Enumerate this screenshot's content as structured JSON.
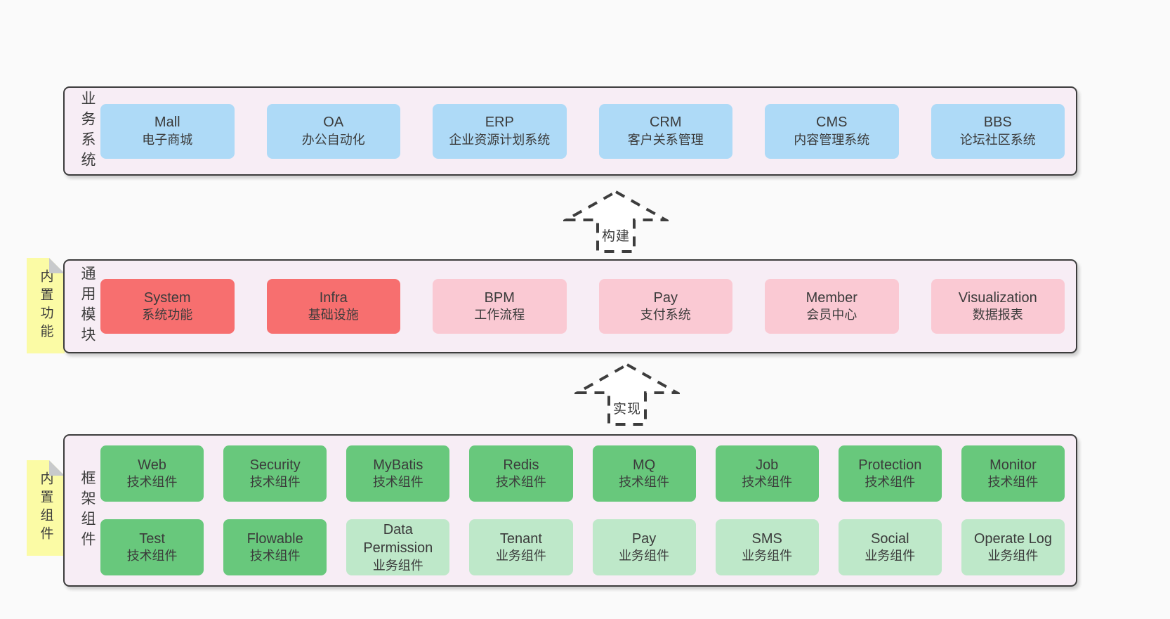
{
  "diagram": {
    "arrows": {
      "build": "构建",
      "implement": "实现"
    },
    "sections": {
      "business": {
        "side_label": "业务系统",
        "boxes": [
          {
            "name": "Mall",
            "desc": "电子商城"
          },
          {
            "name": "OA",
            "desc": "办公自动化"
          },
          {
            "name": "ERP",
            "desc": "企业资源计划系统"
          },
          {
            "name": "CRM",
            "desc": "客户关系管理"
          },
          {
            "name": "CMS",
            "desc": "内容管理系统"
          },
          {
            "name": "BBS",
            "desc": "论坛社区系统"
          }
        ]
      },
      "modules": {
        "side_label": "通用模块",
        "note": "内置功能",
        "boxes": [
          {
            "name": "System",
            "desc": "系统功能",
            "variant": "red"
          },
          {
            "name": "Infra",
            "desc": "基础设施",
            "variant": "red"
          },
          {
            "name": "BPM",
            "desc": "工作流程",
            "variant": "pink"
          },
          {
            "name": "Pay",
            "desc": "支付系统",
            "variant": "pink"
          },
          {
            "name": "Member",
            "desc": "会员中心",
            "variant": "pink"
          },
          {
            "name": "Visualization",
            "desc": "数据报表",
            "variant": "pink"
          }
        ]
      },
      "framework": {
        "side_label": "框架组件",
        "note": "内置组件",
        "row1": [
          {
            "name": "Web",
            "desc": "技术组件",
            "variant": "green"
          },
          {
            "name": "Security",
            "desc": "技术组件",
            "variant": "green"
          },
          {
            "name": "MyBatis",
            "desc": "技术组件",
            "variant": "green"
          },
          {
            "name": "Redis",
            "desc": "技术组件",
            "variant": "green"
          },
          {
            "name": "MQ",
            "desc": "技术组件",
            "variant": "green"
          },
          {
            "name": "Job",
            "desc": "技术组件",
            "variant": "green"
          },
          {
            "name": "Protection",
            "desc": "技术组件",
            "variant": "green"
          },
          {
            "name": "Monitor",
            "desc": "技术组件",
            "variant": "green"
          }
        ],
        "row2": [
          {
            "name": "Test",
            "desc": "技术组件",
            "variant": "green"
          },
          {
            "name": "Flowable",
            "desc": "技术组件",
            "variant": "green"
          },
          {
            "name": "Data Permission",
            "desc": "业务组件",
            "variant": "lightgreen"
          },
          {
            "name": "Tenant",
            "desc": "业务组件",
            "variant": "lightgreen"
          },
          {
            "name": "Pay",
            "desc": "业务组件",
            "variant": "lightgreen"
          },
          {
            "name": "SMS",
            "desc": "业务组件",
            "variant": "lightgreen"
          },
          {
            "name": "Social",
            "desc": "业务组件",
            "variant": "lightgreen"
          },
          {
            "name": "Operate Log",
            "desc": "业务组件",
            "variant": "lightgreen"
          }
        ]
      }
    },
    "colors": {
      "page_bg": "#fafafa",
      "panel_bg": "#f7edf5",
      "panel_border": "#3c3c3c",
      "blue_box": "#aedaf7",
      "red_box": "#f76f6f",
      "pink_box": "#fac9d3",
      "green_box": "#68c87c",
      "light_green_box": "#bee8c9",
      "note_bg": "#fbfba5",
      "note_fold": "#c8cacc",
      "text": "#3b3b3b"
    }
  }
}
